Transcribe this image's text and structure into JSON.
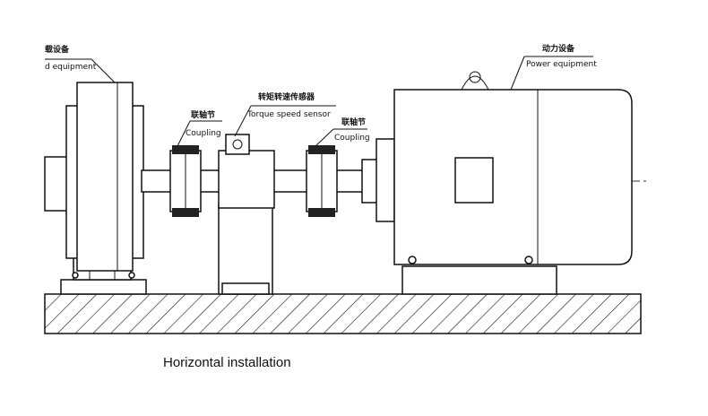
{
  "labels": {
    "load_cn": "载设备",
    "load_en": "d equipment",
    "sensor_cn": "转矩转速传感器",
    "sensor_en": "Torque speed sensor",
    "coupling_left_cn": "联轴节",
    "coupling_left_en": "Coupling",
    "coupling_right_cn": "联轴节",
    "coupling_right_en": "Coupling",
    "power_cn": "动力设备",
    "power_en": "Power equipment"
  },
  "caption": "Horizontal installation"
}
